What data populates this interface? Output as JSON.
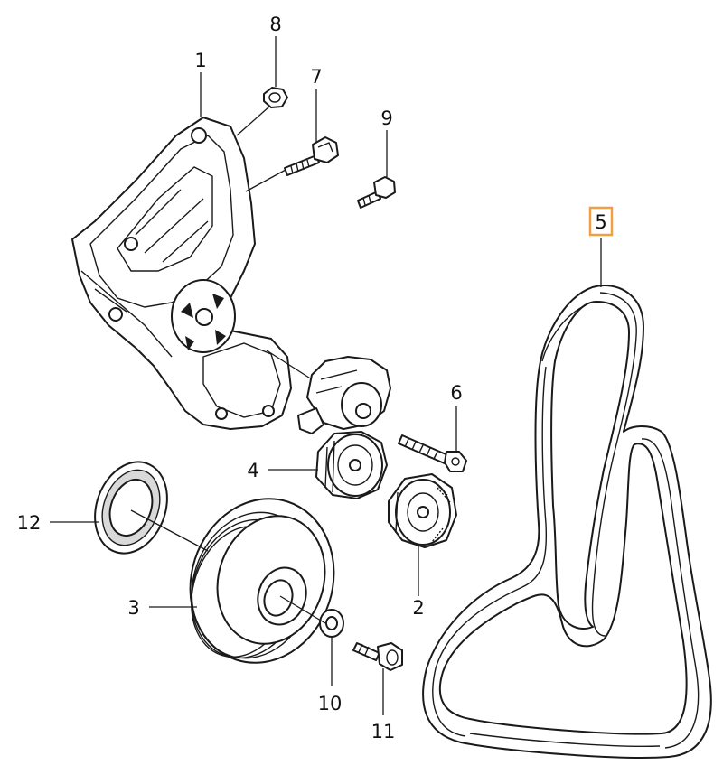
{
  "accent_color": "#f0a040",
  "callouts": {
    "c1": "1",
    "c2": "2",
    "c3": "3",
    "c4": "4",
    "c5": "5",
    "c6": "6",
    "c7": "7",
    "c8": "8",
    "c9": "9",
    "c10": "10",
    "c11": "11",
    "c12": "12"
  }
}
